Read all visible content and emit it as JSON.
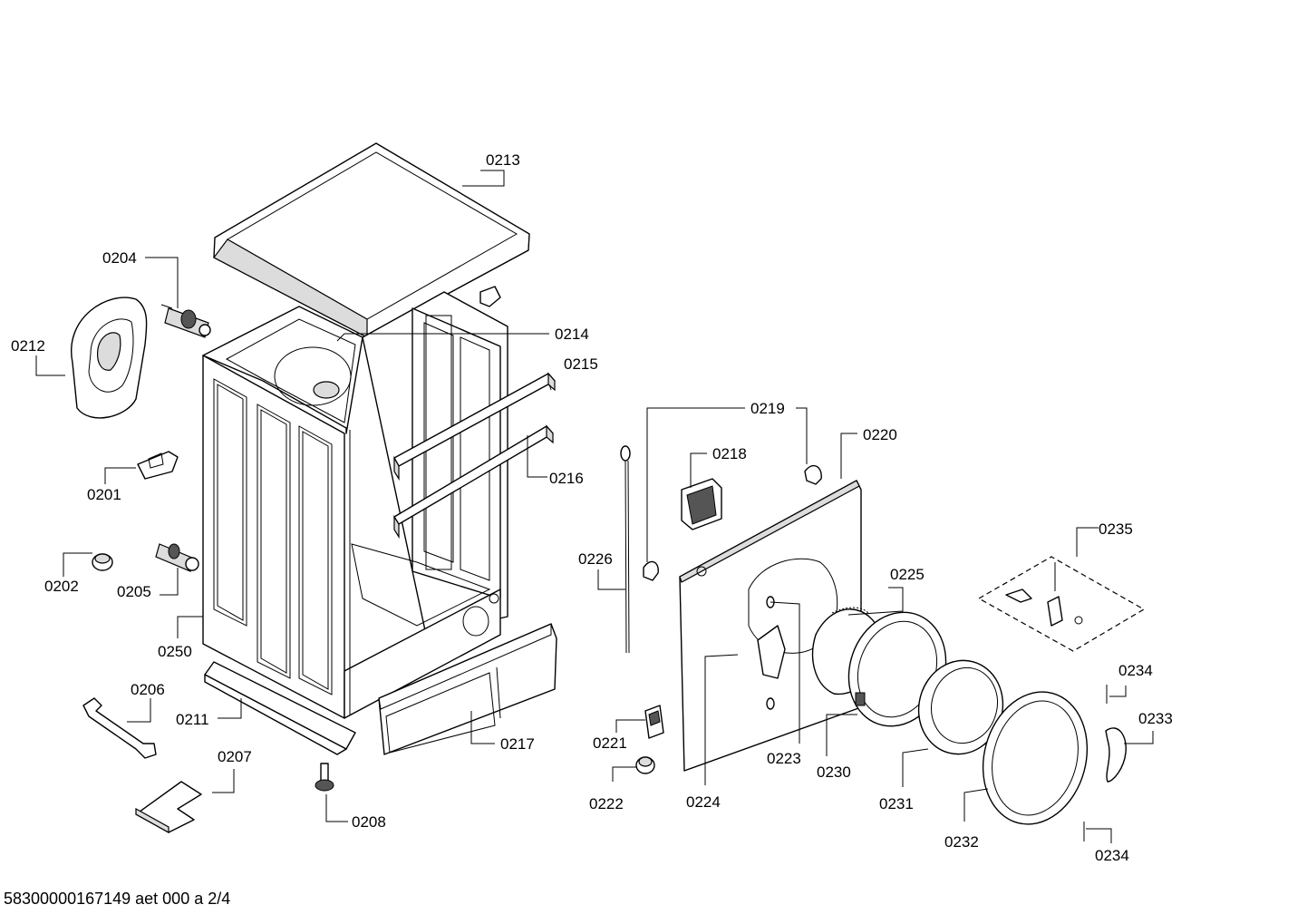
{
  "footer": {
    "document_id": "58300000167149 aet 000 a 2/4"
  },
  "callouts": {
    "c0213": "0213",
    "c0204": "0204",
    "c0212": "0212",
    "c0214": "0214",
    "c0215": "0215",
    "c0201": "0201",
    "c0216": "0216",
    "c0202": "0202",
    "c0205": "0205",
    "c0250": "0250",
    "c0206": "0206",
    "c0211": "0211",
    "c0217": "0217",
    "c0207": "0207",
    "c0208": "0208",
    "c0219": "0219",
    "c0218": "0218",
    "c0220": "0220",
    "c0235": "0235",
    "c0226": "0226",
    "c0225": "0225",
    "c0234a": "0234",
    "c0233": "0233",
    "c0221": "0221",
    "c0223": "0223",
    "c0230": "0230",
    "c0222": "0222",
    "c0224": "0224",
    "c0231": "0231",
    "c0232": "0232",
    "c0234b": "0234"
  }
}
